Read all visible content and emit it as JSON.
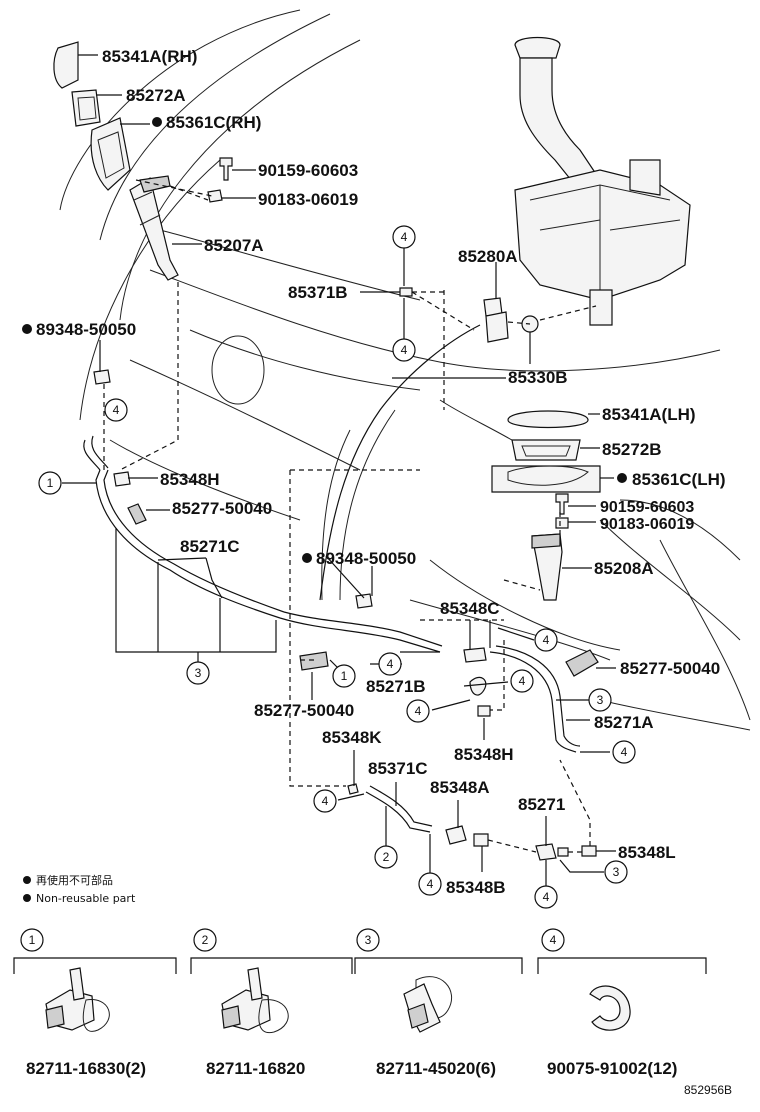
{
  "diagram": {
    "ref_code": "852956B",
    "legend": {
      "jp_text": "再使用不可部品",
      "en_text": "Non-reusable part"
    },
    "labels": {
      "p85341a_rh": "85341A(RH)",
      "p85272a": "85272A",
      "p85361c_rh": "85361C(RH)",
      "p90159_top": "90159-60603",
      "p90183_top": "90183-06019",
      "p85207a": "85207A",
      "p85280a": "85280A",
      "p85371b": "85371B",
      "p89348_top": "89348-50050",
      "p85330b": "85330B",
      "p85341a_lh": "85341A(LH)",
      "p85272b": "85272B",
      "p85361c_lh": "85361C(LH)",
      "p90159_bot": "90159-60603",
      "p90183_bot": "90183-06019",
      "p85348h_top": "85348H",
      "p85277_top": "85277-50040",
      "p85271c": "85271C",
      "p89348_mid": "89348-50050",
      "p85208a": "85208A",
      "p85348c": "85348C",
      "p85277_right": "85277-50040",
      "p85271b": "85271B",
      "p85277_left": "85277-50040",
      "p85271a": "85271A",
      "p85348h_bot": "85348H",
      "p85348k": "85348K",
      "p85371c": "85371C",
      "p85348a": "85348A",
      "p85271": "85271",
      "p85348l": "85348L",
      "p85348b": "85348B"
    },
    "callout_numbers": {
      "one": "1",
      "two": "2",
      "three": "3",
      "four": "4"
    },
    "clip_panels": [
      {
        "number": "1",
        "part_number": "82711-16830(2)"
      },
      {
        "number": "2",
        "part_number": "82711-16820"
      },
      {
        "number": "3",
        "part_number": "82711-45020(6)"
      },
      {
        "number": "4",
        "part_number": "90075-91002(12)"
      }
    ]
  }
}
